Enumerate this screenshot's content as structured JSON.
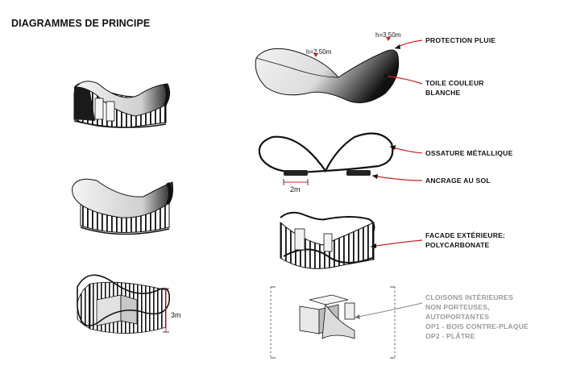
{
  "title": "DIAGRAMMES DE PRINCIPE",
  "labels": {
    "protection_pluie": "PROTECTION PLUIE",
    "toile_line1": "TOILE COULEUR",
    "toile_line2": "BLANCHE",
    "ossature": "OSSATURE MÉTALLIQUE",
    "ancrage": "ANCRAGE AU SOL",
    "facade_line1": "FACADE EXTÉRIEURE:",
    "facade_line2": "POLYCARBONATE",
    "cloisons_lines": [
      "CLOISONS INTÉRIEURES",
      "NON PORTEUSES,",
      "AUTOPORTANTES",
      "OP1 - BOIS CONTRE-PLAQUÉ",
      "OP2 - PLÂTRE"
    ]
  },
  "dimensions": {
    "h_low": "h=2.50m",
    "h_high": "h=3.50m",
    "width": "2m",
    "height": "3m"
  },
  "colors": {
    "arrow": "#d42020",
    "leader_gray": "#9a9a9a",
    "ink": "#111111"
  }
}
